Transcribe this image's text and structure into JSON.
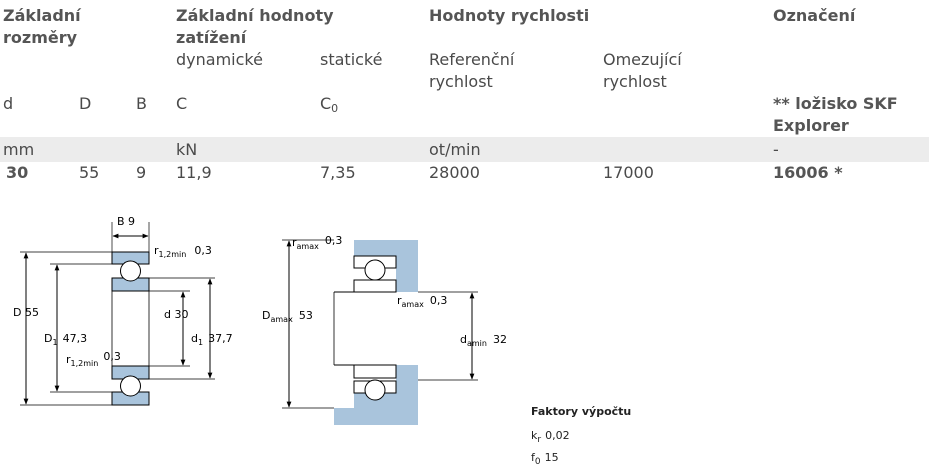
{
  "table": {
    "headers": {
      "basic_dimensions": [
        "Základní",
        "rozměry"
      ],
      "basic_load": [
        "Základní hodnoty",
        "zatížení"
      ],
      "speed_values": "Hodnoty rychlosti",
      "designation": "Označení"
    },
    "subheaders": {
      "dynamic": "dynamické",
      "static": "statické",
      "reference_speed": [
        "Referenční",
        "rychlost"
      ],
      "limiting_speed": [
        "Omezující",
        "rychlost"
      ]
    },
    "symbols": {
      "d": "d",
      "D": "D",
      "B": "B",
      "C": "C",
      "C0_base": "C",
      "C0_sub": "0",
      "skf_note": [
        "** ložisko SKF",
        "Explorer"
      ]
    },
    "units": {
      "mm": "mm",
      "kN": "kN",
      "speed": "ot/min",
      "designation": "-"
    },
    "row": {
      "d": "30",
      "D": "55",
      "B": "9",
      "C": "11,9",
      "C0": "7,35",
      "ref_speed": "28000",
      "lim_speed": "17000",
      "designation": "16006 *"
    }
  },
  "drawing1": {
    "B_label": "B",
    "B_value": "9",
    "r12_label": "r",
    "r12_sub": "1,2min",
    "r12_value": "0,3",
    "D_label": "D",
    "D_value": "55",
    "D1_label": "D",
    "D1_sub": "1",
    "D1_value": "47,3",
    "r12b_label": "r",
    "r12b_sub": "1,2min",
    "r12b_value": "0,3",
    "d_label": "d",
    "d_value": "30",
    "d1_label": "d",
    "d1_sub": "1",
    "d1_value": "37,7"
  },
  "drawing2": {
    "ra_label": "r",
    "ra_sub": "amax",
    "ra_value": "0,3",
    "Da_label": "D",
    "Da_sub": "amax",
    "Da_value": "53",
    "ra2_label": "r",
    "ra2_sub": "amax",
    "ra2_value": "0,3",
    "da_label": "d",
    "da_sub": "amin",
    "da_value": "32"
  },
  "factors": {
    "title": "Faktory výpočtu",
    "kr_label": "k",
    "kr_sub": "r",
    "kr_value": "0,02",
    "f0_label": "f",
    "f0_sub": "0",
    "f0_value": "15"
  },
  "colors": {
    "fill_blue": "#a9c4dc",
    "line": "#000000",
    "band": "#ececec"
  }
}
